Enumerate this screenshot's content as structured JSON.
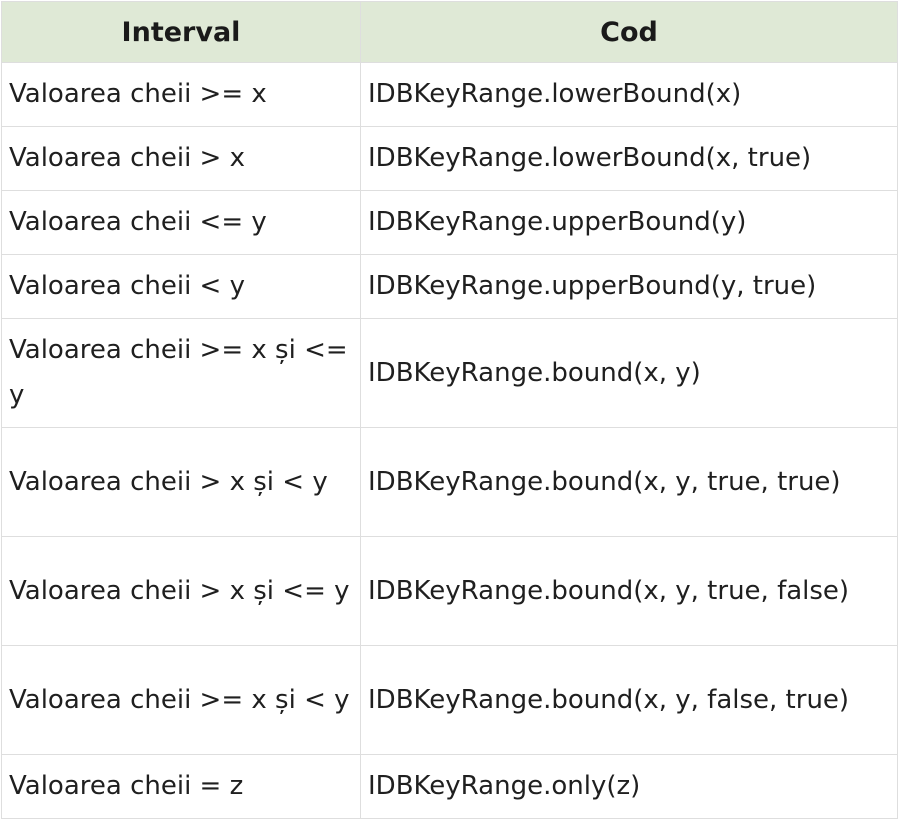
{
  "table": {
    "headers": {
      "interval": "Interval",
      "code": "Cod"
    },
    "rows": [
      {
        "interval": "Valoarea cheii >= x",
        "code": "IDBKeyRange.lowerBound(x)"
      },
      {
        "interval": "Valoarea cheii > x",
        "code": "IDBKeyRange.lowerBound(x, true)"
      },
      {
        "interval": "Valoarea cheii <= y",
        "code": "IDBKeyRange.upperBound(y)"
      },
      {
        "interval": "Valoarea cheii < y",
        "code": "IDBKeyRange.upperBound(y, true)"
      },
      {
        "interval": "Valoarea cheii >= x și <= y",
        "code": "IDBKeyRange.bound(x, y)"
      },
      {
        "interval": "Valoarea cheii > x și < y",
        "code": "IDBKeyRange.bound(x, y, true, true)"
      },
      {
        "interval": "Valoarea cheii > x și <= y",
        "code": "IDBKeyRange.bound(x, y, true, false)"
      },
      {
        "interval": "Valoarea cheii >= x și < y",
        "code": "IDBKeyRange.bound(x, y, false, true)"
      },
      {
        "interval": "Valoarea cheii = z",
        "code": "IDBKeyRange.only(z)"
      }
    ]
  },
  "colors": {
    "header_background": "#dfe9d6",
    "border": "#dedede"
  }
}
